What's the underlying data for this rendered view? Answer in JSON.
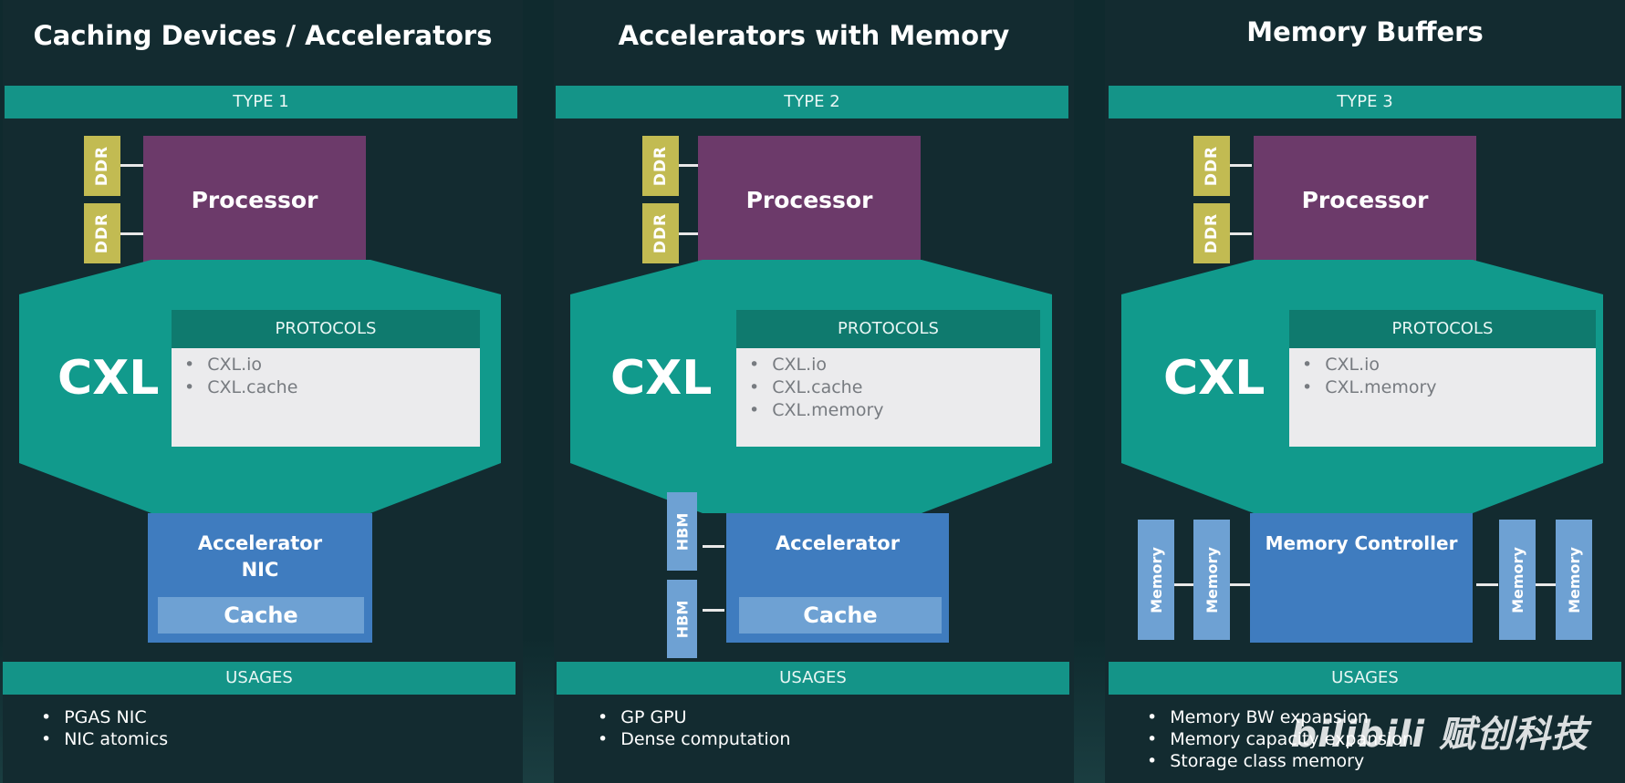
{
  "panels": [
    {
      "title": "Caching Devices / Accelerators",
      "type_label": "TYPE 1",
      "ddr": [
        "DDR",
        "DDR"
      ],
      "processor": "Processor",
      "cxl": "CXL",
      "protocols_header": "PROTOCOLS",
      "protocols": [
        "CXL.io",
        "CXL.cache"
      ],
      "device_lines": [
        "Accelerator",
        "NIC"
      ],
      "cache": "Cache",
      "usages_header": "USAGES",
      "usages": [
        "PGAS NIC",
        "NIC atomics"
      ]
    },
    {
      "title": "Accelerators with Memory",
      "type_label": "TYPE 2",
      "ddr": [
        "DDR",
        "DDR"
      ],
      "processor": "Processor",
      "cxl": "CXL",
      "protocols_header": "PROTOCOLS",
      "protocols": [
        "CXL.io",
        "CXL.cache",
        "CXL.memory"
      ],
      "device_lines": [
        "Accelerator"
      ],
      "cache": "Cache",
      "hbm": [
        "HBM",
        "HBM"
      ],
      "usages_header": "USAGES",
      "usages": [
        "GP GPU",
        "Dense computation"
      ]
    },
    {
      "title": "Memory Buffers",
      "type_label": "TYPE 3",
      "ddr": [
        "DDR",
        "DDR"
      ],
      "processor": "Processor",
      "cxl": "CXL",
      "protocols_header": "PROTOCOLS",
      "protocols": [
        "CXL.io",
        "CXL.memory"
      ],
      "device_lines": [
        "Memory Controller"
      ],
      "memory": [
        "Memory",
        "Memory",
        "Memory",
        "Memory"
      ],
      "usages_header": "USAGES",
      "usages": [
        "Memory BW expansion",
        "Memory capacity expansion",
        "Storage class memory"
      ]
    }
  ],
  "watermark": "bilibili 赋创科技",
  "colors": {
    "teal_bar": "#149488",
    "protocol_header": "#0f7a6e",
    "processor": "#6c3a6a",
    "ddr": "#c2bb52",
    "accelerator": "#3f7cbf",
    "cache": "#6ea1d3"
  }
}
